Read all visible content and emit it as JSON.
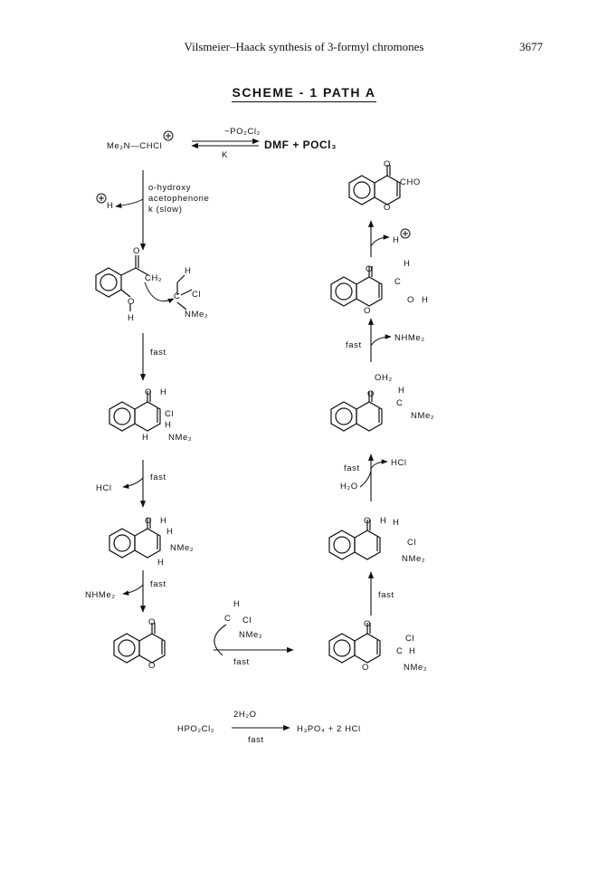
{
  "header": {
    "running_title": "Vilsmeier–Haack synthesis of 3-formyl chromones",
    "page_number": "3677"
  },
  "scheme": {
    "title": "SCHEME - 1  PATH A",
    "reagent_left": "Me₂N—CHCl",
    "eq_top": "−PO₂Cl₂",
    "eq_bottom": "K",
    "products": "DMF + POCl₃",
    "cond_1": "o-hydroxy",
    "cond_2": "acetophenone",
    "cond_3": "k (slow)",
    "h_plus": "H",
    "fast": "fast",
    "hcl": "HCl",
    "nhme2": "NHMe₂",
    "h2o": "H₂O",
    "cho": "CHO",
    "cl": "Cl",
    "nme2": "NMe₂",
    "oh2": "OH₂",
    "h": "H",
    "o": "O",
    "ch2": "CH₂",
    "c": "C",
    "final_reactant": "HPO₂Cl₂",
    "final_reagent": "2H₂O",
    "final_cond": "fast",
    "final_products": "H₃PO₄ + 2 HCl"
  }
}
